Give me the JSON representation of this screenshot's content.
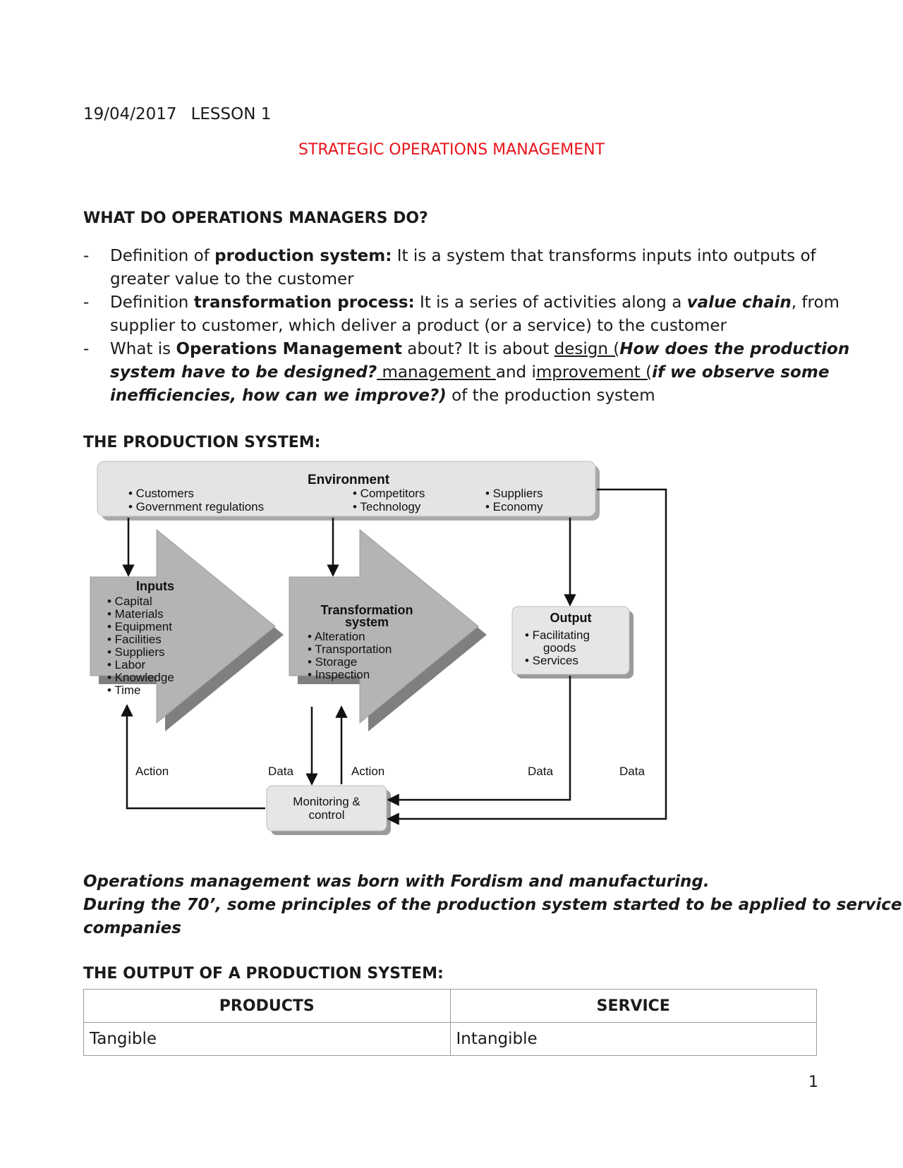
{
  "header": {
    "date": "19/04/2017",
    "lesson": "LESSON 1"
  },
  "title": "STRATEGIC OPERATIONS MANAGEMENT",
  "section1": {
    "heading": "WHAT DO OPERATIONS MANAGERS DO?",
    "b1": {
      "prefix": "Definition of ",
      "term": "production system:",
      "rest1": " It is a system that transforms inputs into outputs of",
      "rest2": "greater value to the customer"
    },
    "b2": {
      "prefix": "Definition ",
      "term": "transformation process:",
      "mid": " It is a series of activities along a ",
      "vc": "value chain",
      "rest1": ", from",
      "rest2": "supplier to customer, which deliver a product (or a service) to the customer"
    },
    "b3": {
      "p1": "What is ",
      "om": "Operations Management",
      "p2": " about? It is about ",
      "design": "design (",
      "q1a": "How does the production",
      "q1b": "system have to be designed?",
      "mgmt": " management ",
      "and": "and i",
      "impr": "mprovement (",
      "q2a": "if we observe some",
      "q2b": "inefficiencies, how can we improve?)",
      "end": " of the production system"
    }
  },
  "section2": {
    "heading": "THE PRODUCTION SYSTEM:"
  },
  "diagram": {
    "environment": {
      "title": "Environment",
      "items": [
        "• Customers",
        "• Government regulations",
        "• Competitors",
        "• Technology",
        "• Suppliers",
        "• Economy"
      ]
    },
    "inputs": {
      "title": "Inputs",
      "items": [
        "• Capital",
        "• Materials",
        "• Equipment",
        "• Facilities",
        "• Suppliers",
        "• Labor",
        "• Knowledge",
        "• Time"
      ]
    },
    "transformation": {
      "title1": "Transformation",
      "title2": "system",
      "items": [
        "• Alteration",
        "• Transportation",
        "• Storage",
        "• Inspection"
      ]
    },
    "output": {
      "title": "Output",
      "items": [
        "• Facilitating",
        "goods",
        "• Services"
      ]
    },
    "monitoring": {
      "line1": "Monitoring &",
      "line2": "control"
    },
    "labels": {
      "action1": "Action",
      "data1": "Data",
      "action2": "Action",
      "data2": "Data",
      "data3": "Data"
    }
  },
  "note": {
    "line1": "Operations management was born with Fordism and manufacturing.",
    "line2": "During the 70’, some principles of the production system started to be applied to service",
    "line3": "companies"
  },
  "section3": {
    "heading": "THE OUTPUT OF A PRODUCTION SYSTEM:"
  },
  "table": {
    "headers": [
      "PRODUCTS",
      "SERVICE"
    ],
    "rows": [
      [
        "Tangible",
        "Intangible"
      ]
    ]
  },
  "page_number": "1"
}
